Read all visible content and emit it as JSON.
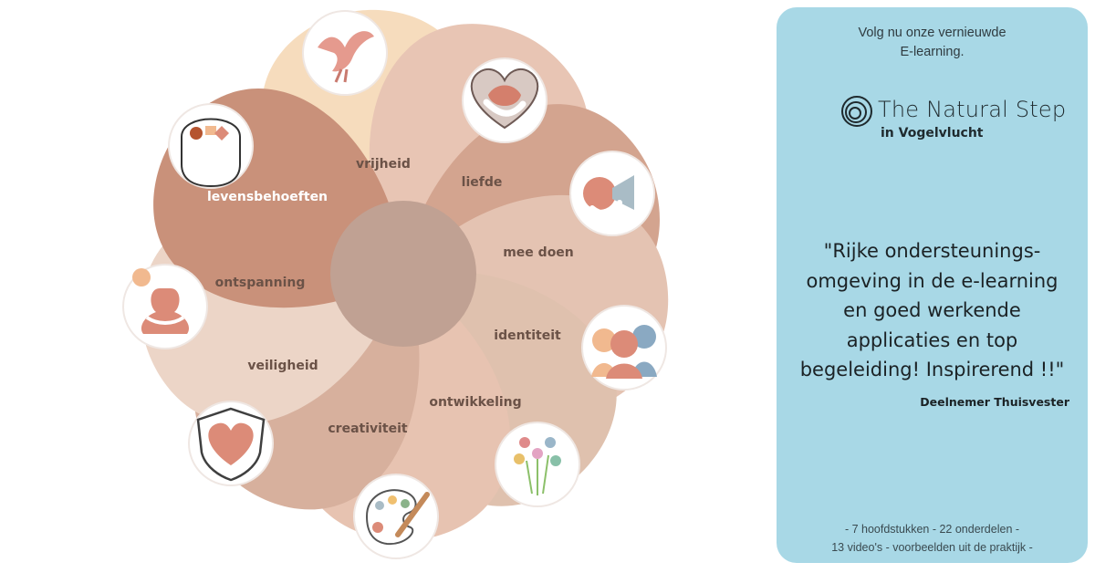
{
  "diagram": {
    "center_color": "#c0a193",
    "petals": [
      {
        "label": "vrijheid",
        "icon": "dove-icon",
        "color": "#f6dcbd",
        "text_color": "#6b5247"
      },
      {
        "label": "liefde",
        "icon": "heart-hug-icon",
        "color": "#e8c5b4",
        "text_color": "#6b5247"
      },
      {
        "label": "mee doen",
        "icon": "megaphone-icon",
        "color": "#d3a48f",
        "text_color": "#6b5247"
      },
      {
        "label": "identiteit",
        "icon": "people-icon",
        "color": "#e4c3b2",
        "text_color": "#6b5247"
      },
      {
        "label": "ontwikkeling",
        "icon": "growing-mind-icon",
        "color": "#dfc1ae",
        "text_color": "#6b5247"
      },
      {
        "label": "creativiteit",
        "icon": "palette-icon",
        "color": "#e7c3b1",
        "text_color": "#6b5247"
      },
      {
        "label": "veiligheid",
        "icon": "shield-heart-icon",
        "color": "#d7b09d",
        "text_color": "#6b5247"
      },
      {
        "label": "ontspanning",
        "icon": "meditation-icon",
        "color": "#ecd5c7",
        "text_color": "#6b5247"
      },
      {
        "label": "levensbehoeften",
        "icon": "basic-needs-icon",
        "color": "#c9917a",
        "text_color": "#ffffff"
      }
    ]
  },
  "card": {
    "background": "#a8d8e6",
    "intro_line1": "Volg nu onze vernieuwde",
    "intro_line2": "E-learning.",
    "logo_icon": "concentric-circles-icon",
    "logo_name": "The Natural Step",
    "logo_sub": "in Vogelvlucht",
    "quote_lines": [
      "\"Rijke ondersteunings-",
      "omgeving in de e-learning",
      "en goed werkende",
      "applicaties en top",
      "begeleiding! Inspirerend !!\""
    ],
    "author": "Deelnemer Thuisvester",
    "stats_line1": "- 7 hoofdstukken - 22 onderdelen -",
    "stats_line2": "13 video's - voorbeelden uit de praktijk -"
  }
}
